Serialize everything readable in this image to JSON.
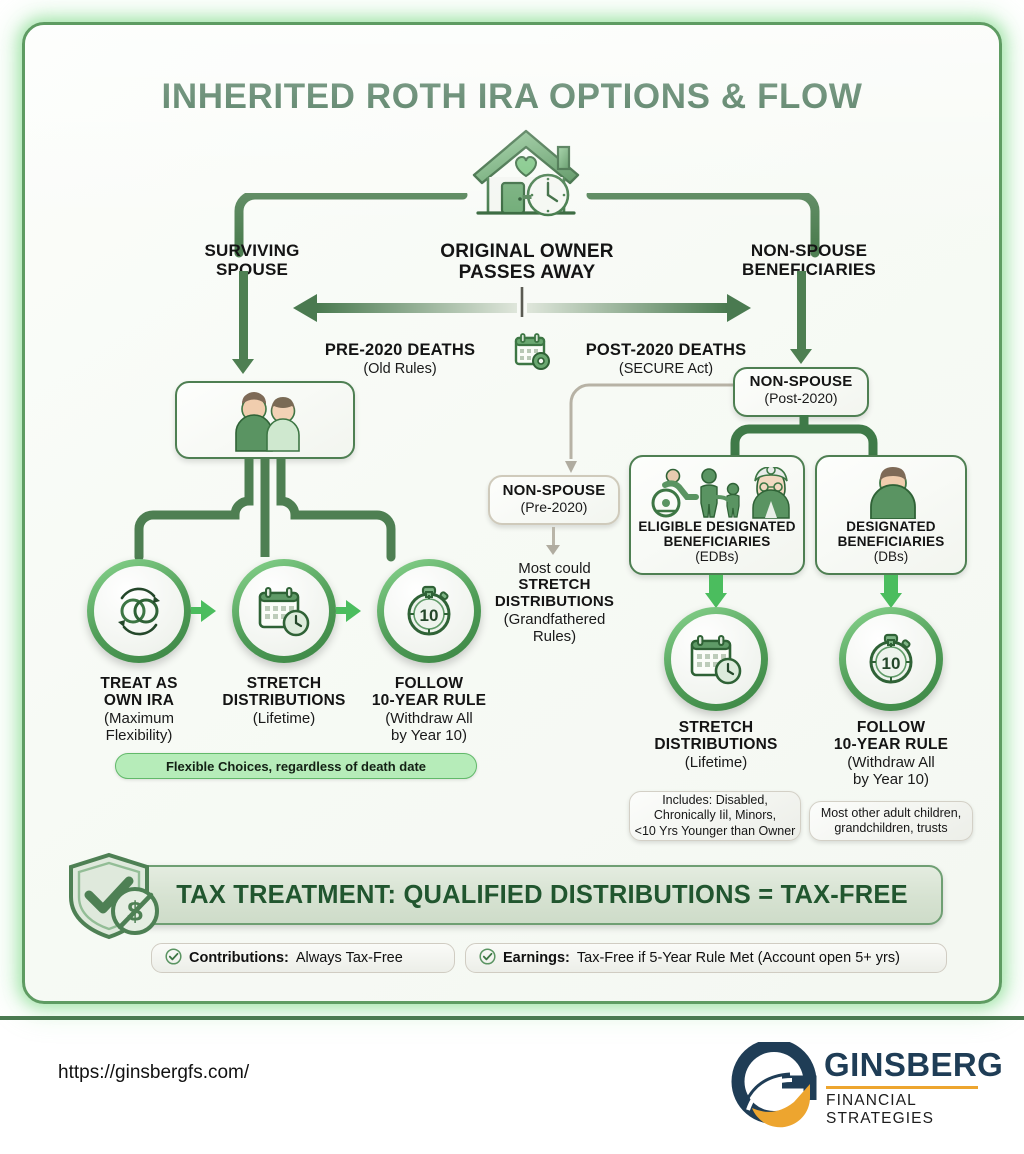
{
  "title": "INHERITED ROTH IRA OPTIONS & FLOW",
  "root": {
    "label_line1": "ORIGINAL OWNER",
    "label_line2": "PASSES AWAY",
    "icon": "house-heart-clock-icon"
  },
  "branches": {
    "left": {
      "line1": "SURVIVING",
      "line2": "SPOUSE"
    },
    "right": {
      "line1": "NON-SPOUSE",
      "line2": "BENEFICIARIES"
    }
  },
  "timeline": {
    "left_title": "PRE-2020 DEATHS",
    "left_sub": "(Old Rules)",
    "right_title": "POST-2020 DEATHS",
    "right_sub": "(SECURE Act)",
    "icon": "calendar-gear-icon"
  },
  "spouse_path": {
    "card_icon": "couple-icon",
    "options": [
      {
        "icon": "rings-refresh-icon",
        "title_line1": "TREAT AS",
        "title_line2": "OWN IRA",
        "sub_line1": "(Maximum",
        "sub_line2": "Flexibility)"
      },
      {
        "icon": "calendar-clock-icon",
        "title_line1": "STRETCH",
        "title_line2": "DISTRIBUTIONS",
        "sub_line1": "(Lifetime)",
        "sub_line2": ""
      },
      {
        "icon": "stopwatch-10-icon",
        "title_line1": "FOLLOW",
        "title_line2": "10-YEAR RULE",
        "sub_line1": "(Withdraw All",
        "sub_line2": "by Year 10)"
      }
    ],
    "note": "Flexible Choices, regardless of death date"
  },
  "nonspouse_pre2020": {
    "box_title": "NON-SPOUSE",
    "box_sub": "(Pre-2020)",
    "outcome_line1": "Most could",
    "outcome_line2": "STRETCH",
    "outcome_line3": "DISTRIBUTIONS",
    "outcome_line4": "(Grandfathered",
    "outcome_line5": "Rules)"
  },
  "nonspouse_post2020": {
    "box_title": "NON-SPOUSE",
    "box_sub": "(Post-2020)",
    "categories": [
      {
        "icon": "edb-group-icon",
        "title_line1": "ELIGIBLE DESIGNATED",
        "title_line2": "BENEFICIARIES",
        "title_line3": "(EDBs)",
        "outcome_icon": "calendar-clock-icon",
        "outcome_line1": "STRETCH",
        "outcome_line2": "DISTRIBUTIONS",
        "outcome_line3": "(Lifetime)",
        "outcome_line4": "",
        "note_line1": "Includes: Disabled,",
        "note_line2": "Chronically Iil, Minors,",
        "note_line3": "<10 Yrs Younger than Owner"
      },
      {
        "icon": "person-icon",
        "title_line1": "DESIGNATED",
        "title_line2": "BENEFICIARIES",
        "title_line3": "(DBs)",
        "outcome_icon": "stopwatch-10-icon",
        "outcome_line1": "FOLLOW",
        "outcome_line2": "10-YEAR RULE",
        "outcome_line3": "(Withdraw All",
        "outcome_line4": "by Year 10)",
        "note_line1": "Most other adult children,",
        "note_line2": "grandchildren, trusts",
        "note_line3": ""
      }
    ]
  },
  "tax": {
    "icon": "shield-check-nodollar-icon",
    "banner": "TAX TREATMENT: QUALIFIED DISTRIBUTIONS = TAX-FREE",
    "facts": [
      {
        "icon": "check-circle-icon",
        "bold": "Contributions:",
        "rest": "Always Tax-Free"
      },
      {
        "icon": "check-circle-icon",
        "bold": "Earnings:",
        "rest": "Tax-Free if 5-Year Rule Met (Account open 5+ yrs)"
      }
    ]
  },
  "footer": {
    "url": "https://ginsbergfs.com/",
    "logo_name": "GINSBERG",
    "logo_sub": "FINANCIAL STRATEGIES",
    "logo_icon": "ginsberg-g-logo"
  },
  "colors": {
    "dark_green": "#1d5430",
    "mid_green": "#4e7f52",
    "bright_green": "#4bbd5e",
    "pill_green": "#b6ecb9",
    "navy": "#1f3d56",
    "orange": "#eda52f"
  }
}
